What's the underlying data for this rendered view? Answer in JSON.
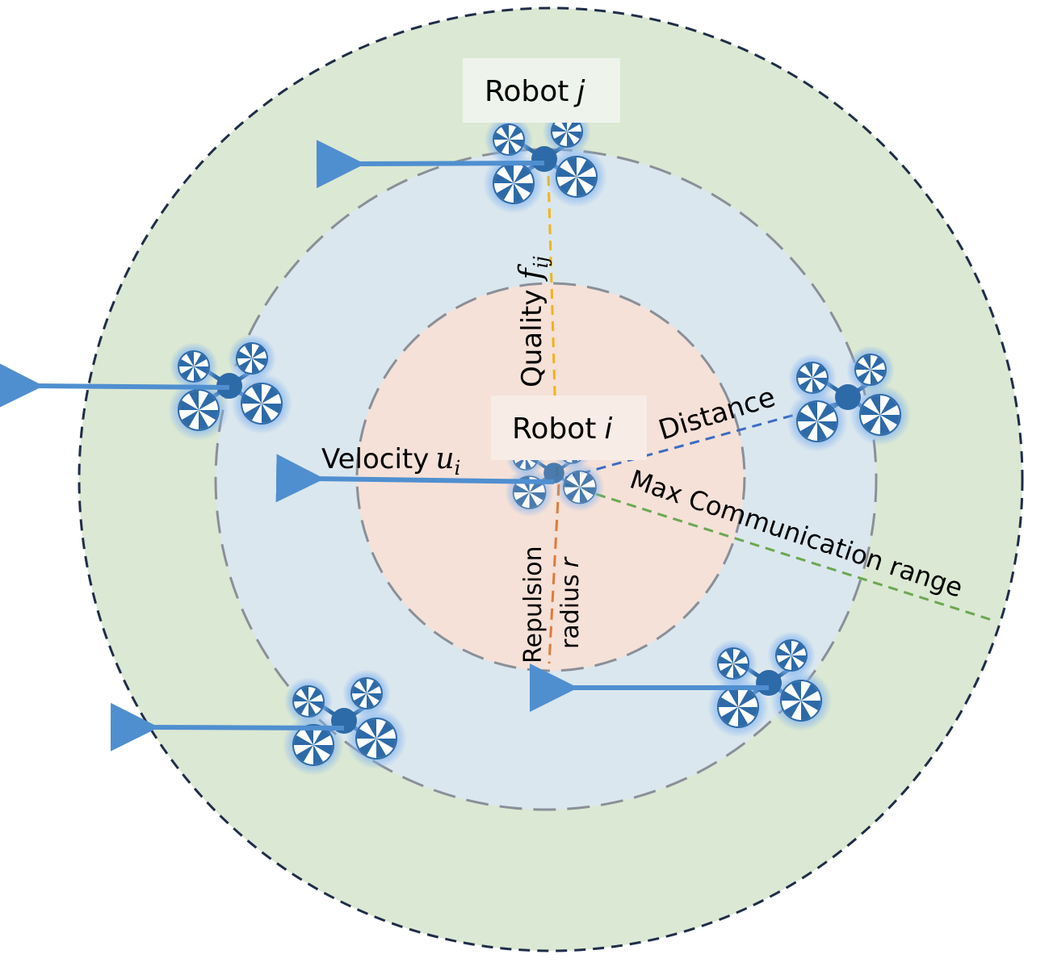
{
  "labels": {
    "robot_j": "Robot",
    "robot_j_var": "j",
    "robot_i": "Robot",
    "robot_i_var": "i",
    "quality": "Quality",
    "quality_var": "f",
    "quality_sub": "ij",
    "distance": "Distance",
    "velocity": "Velocity",
    "velocity_var": "u",
    "velocity_sub": "i",
    "max_comm": "Max Communication range",
    "repulsion": "Repulsion",
    "radius": "radius",
    "radius_var": "r"
  },
  "colors": {
    "outer_zone": "#dbe8d3",
    "middle_zone": "#dbe7ee",
    "inner_zone": "#f5e1d8",
    "outer_ring": "#1f2d4a",
    "dashed_ring": "#8a8f98",
    "arrow": "#4f8fd0",
    "quality_line": "#f2b418",
    "distance_line": "#3b6cc4",
    "comm_line": "#6aa84f",
    "repulsion_line": "#e07b3a",
    "drone_body": "#2d6aa8",
    "drone_glow": "#7fb2f0",
    "label_box": "#eef3ec"
  },
  "icons": [
    "quadcopter-icon",
    "velocity-arrow"
  ]
}
